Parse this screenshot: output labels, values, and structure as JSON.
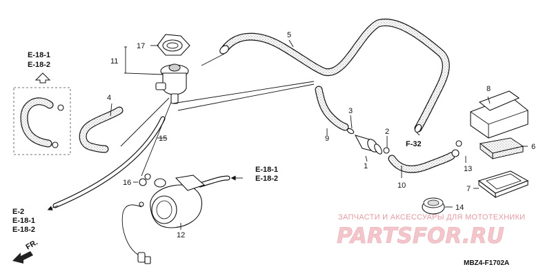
{
  "diagram": {
    "part_numbers": {
      "p1": "1",
      "p2": "2",
      "p3": "3",
      "p4": "4",
      "p5": "5",
      "p6": "6",
      "p7": "7",
      "p8": "8",
      "p9": "9",
      "p10": "10",
      "p11": "11",
      "p12": "12",
      "p13": "13",
      "p14": "14",
      "p15": "15",
      "p16": "16",
      "p17": "17"
    },
    "references": {
      "top_left_line1": "E-18-1",
      "top_left_line2": "E-18-2",
      "right_line1": "E-18-1",
      "right_line2": "E-18-2",
      "f32": "F-32",
      "bottom_line1": "E-2",
      "bottom_line2": "E-18-1",
      "bottom_line3": "E-18-2",
      "front_label": "FR."
    },
    "watermark": {
      "caption": "ЗАПЧАСТИ И АКСЕССУАРЫ ДЛЯ МОТОТЕХНИКИ",
      "brand": "PARTSFOR.RU"
    },
    "drawing_code": "MBZ4-F1702A"
  }
}
